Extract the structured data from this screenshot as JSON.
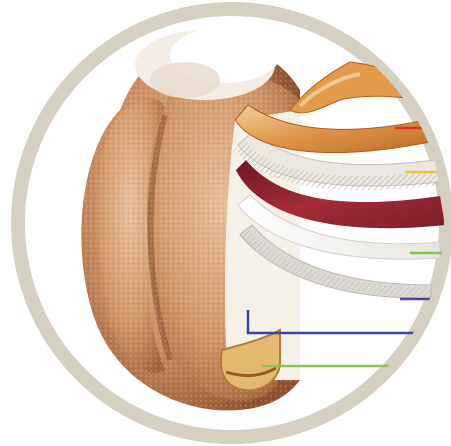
{
  "figure": {
    "subject": "wheat-kernel-cross-section-icon",
    "colors": {
      "background": "#ffffff",
      "frame_ring": "#d6d0c3",
      "kernel_light": "#e2b48c",
      "kernel_mid": "#c78b5c",
      "kernel_dark": "#8d4f2b",
      "crease_tuft": "#f6f1ea",
      "layer_outer": "#d88a3a",
      "layer_outer_light": "#f0c98f",
      "layer_fibrous": "#e8e3dc",
      "layer_red": "#a82d36",
      "layer_white": "#f2efeb",
      "layer_gray": "#d9d6d2",
      "endosperm": "#f4efe6",
      "leader_red": "#d7332e",
      "leader_yellow": "#e7c93a",
      "leader_green": "#86c34a",
      "leader_purple": "#5b3fa2",
      "leader_blue": "#3b43a8",
      "leader_green_bottom": "#8bc452"
    },
    "layers": [
      {
        "id": "pericarp-outer",
        "leader_color": "leader_red"
      },
      {
        "id": "pericarp-fibrous",
        "leader_color": "leader_yellow"
      },
      {
        "id": "seed-coat",
        "leader_color": "leader_green"
      },
      {
        "id": "aleurone",
        "leader_color": "leader_purple"
      },
      {
        "id": "endosperm",
        "leader_color": "leader_blue"
      },
      {
        "id": "germ",
        "leader_color": "leader_green_bottom"
      }
    ]
  }
}
